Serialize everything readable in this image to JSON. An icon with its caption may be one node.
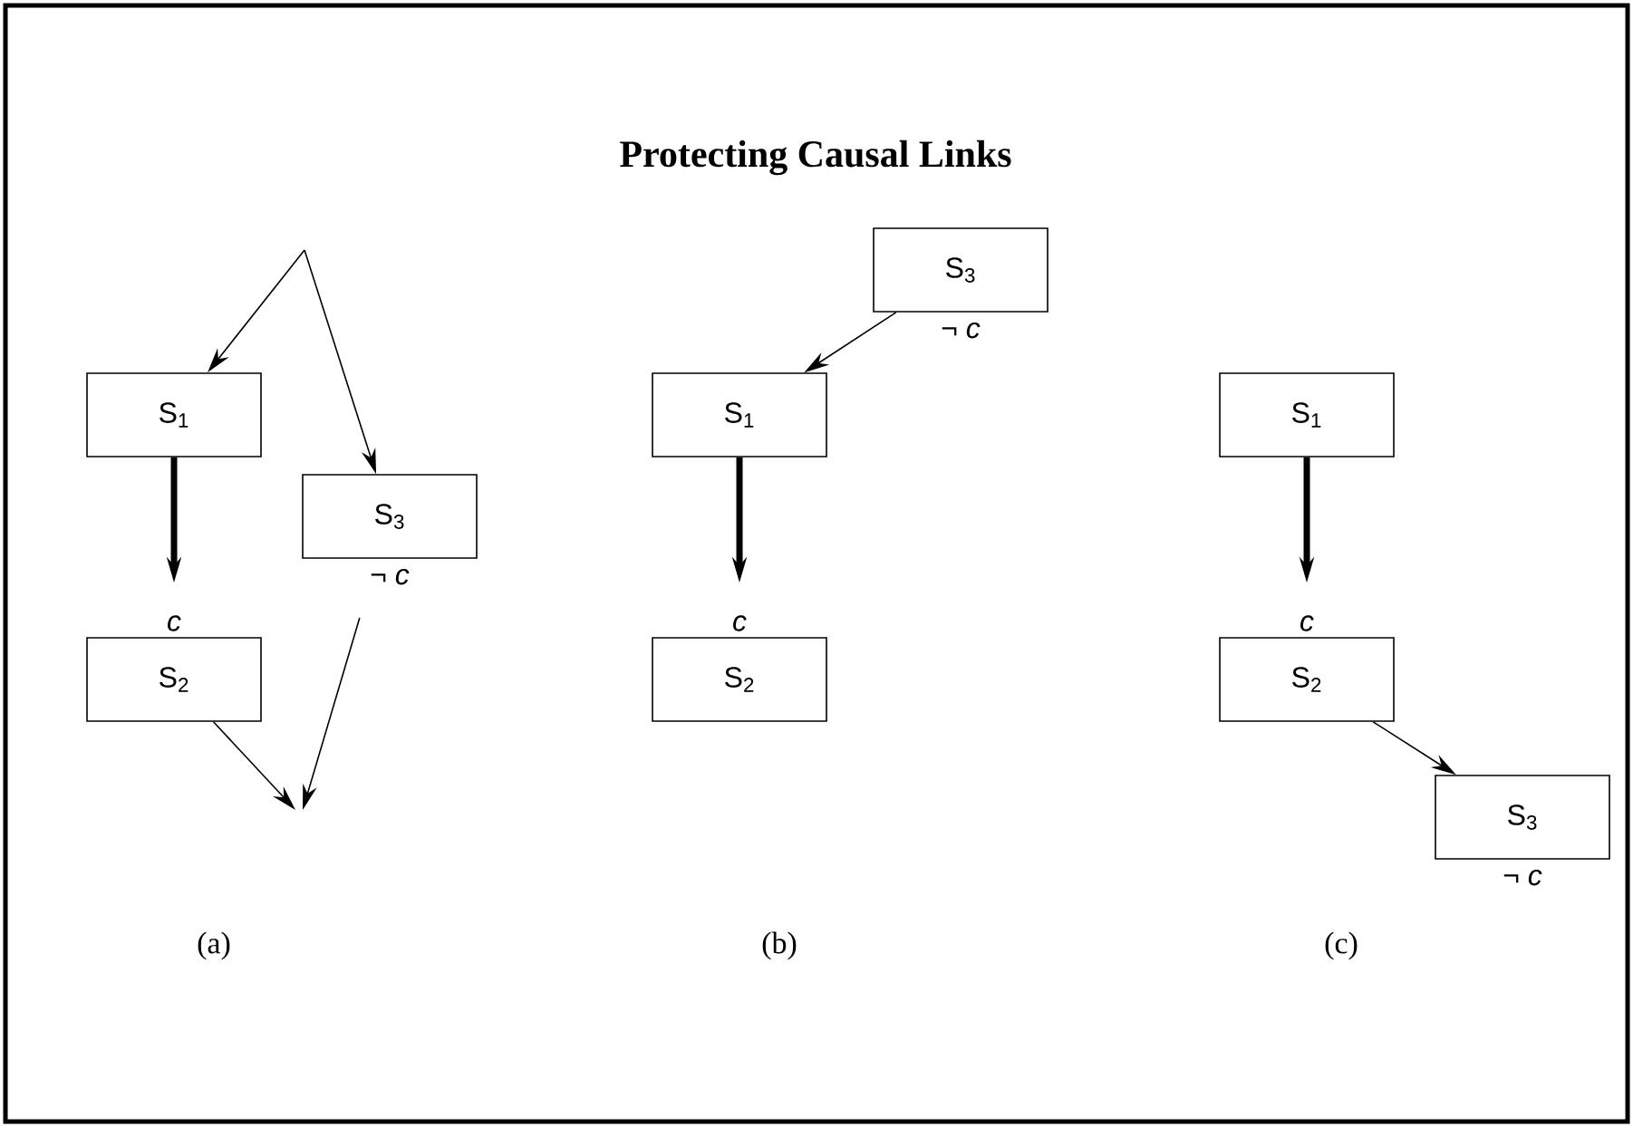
{
  "diagram": {
    "title": "Protecting Causal Links",
    "nodes": [
      {
        "text": [
          "S$_{1}$"
        ]
      },
      {
        "text": [
          "S$_{3}$"
        ],
        "beside": [
          "¬ *c*"
        ]
      },
      {
        "text": [
          "S$_{2}$"
        ]
      },
      {
        "text": [
          "S$_{3}$"
        ],
        "beside": [
          "¬ *c*"
        ]
      },
      {
        "text": [
          "S$_{1}$"
        ]
      },
      {
        "text": [
          "S$_{2}$"
        ]
      },
      {
        "text": [
          "S$_{1}$"
        ]
      },
      {
        "text": [
          "S$_{2}$"
        ]
      },
      {
        "text": [
          "S$_{3}$"
        ],
        "beside": [
          "¬ *c*"
        ]
      }
    ],
    "edges": [
      {
        "from": null,
        "to": 0,
        "arrow": "to"
      },
      {
        "from": null,
        "to": 1,
        "arrow": "to"
      },
      {
        "from": 0,
        "to": 2,
        "arrow": "to",
        "style": "thick",
        "label": "*c*"
      },
      {
        "from": 2,
        "to": null,
        "arrow": "to"
      },
      {
        "from": 1,
        "to": null,
        "arrow": "to"
      },
      {
        "from": 3,
        "to": 4,
        "arrow": "to"
      },
      {
        "from": 4,
        "to": 5,
        "arrow": "to",
        "style": "thick",
        "label": "*c*"
      },
      {
        "from": 6,
        "to": 7,
        "arrow": "to",
        "style": "thick",
        "label": "*c*"
      },
      {
        "from": 7,
        "to": 8,
        "arrow": "to"
      }
    ],
    "labels": [
      "(a)",
      "(b)",
      "(c)"
    ]
  }
}
